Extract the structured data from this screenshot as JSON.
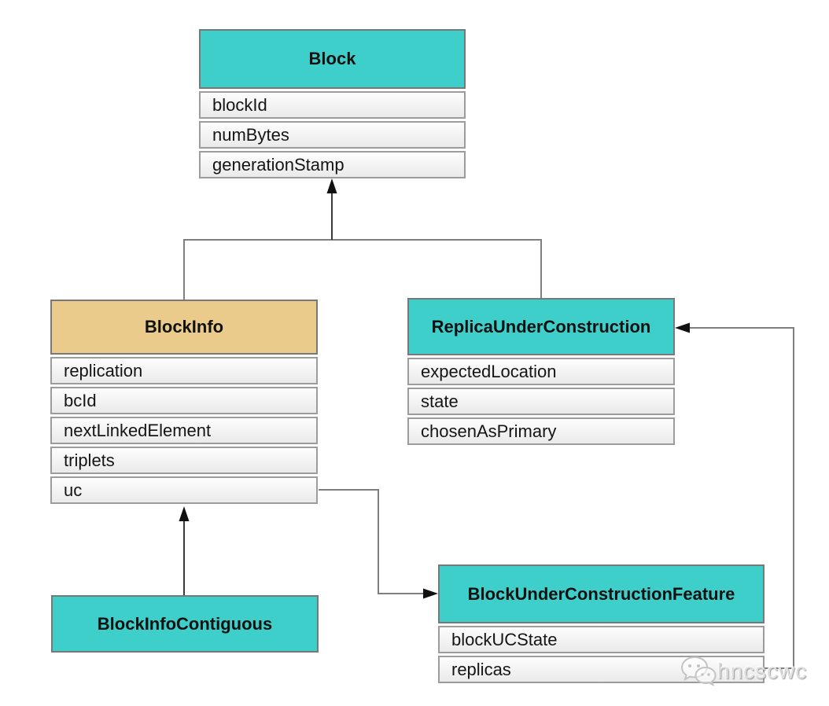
{
  "diagram": {
    "classes": [
      {
        "id": "block",
        "title": "Block",
        "header_color": "#3ecfca",
        "fields": [
          "blockId",
          "numBytes",
          "generationStamp"
        ]
      },
      {
        "id": "blockinfo",
        "title": "BlockInfo",
        "header_color": "#eacb8b",
        "fields": [
          "replication",
          "bcId",
          "nextLinkedElement",
          "triplets",
          "uc"
        ]
      },
      {
        "id": "replica-under-construction",
        "title": "ReplicaUnderConstruction",
        "header_color": "#3ecfca",
        "fields": [
          "expectedLocation",
          "state",
          "chosenAsPrimary"
        ]
      },
      {
        "id": "blockinfo-contiguous",
        "title": "BlockInfoContiguous",
        "header_color": "#3ecfca",
        "fields": []
      },
      {
        "id": "block-under-construction-feature",
        "title": "BlockUnderConstructionFeature",
        "header_color": "#3ecfca",
        "fields": [
          "blockUCState",
          "replicas"
        ]
      }
    ],
    "relations": [
      {
        "from": "BlockInfo",
        "to": "Block",
        "type": "arrow"
      },
      {
        "from": "ReplicaUnderConstruction",
        "to": "Block",
        "type": "arrow"
      },
      {
        "from": "BlockInfoContiguous",
        "to": "BlockInfo",
        "type": "arrow"
      },
      {
        "from": "BlockInfo.uc",
        "to": "BlockUnderConstructionFeature",
        "type": "elbow-arrow"
      },
      {
        "from": "BlockUnderConstructionFeature.replicas",
        "to": "ReplicaUnderConstruction",
        "type": "elbow-arrow"
      }
    ],
    "colors": {
      "teal_header": "#3ecfca",
      "tan_header": "#eacb8b",
      "row_fill_top": "#fdfdfd",
      "row_fill_bottom": "#eaeaea",
      "connector_gray": "#7f7f7f",
      "arrow_dark": "#3c3c3c"
    },
    "watermark": {
      "label": "hncscwc",
      "icon": "wechat-icon"
    }
  }
}
